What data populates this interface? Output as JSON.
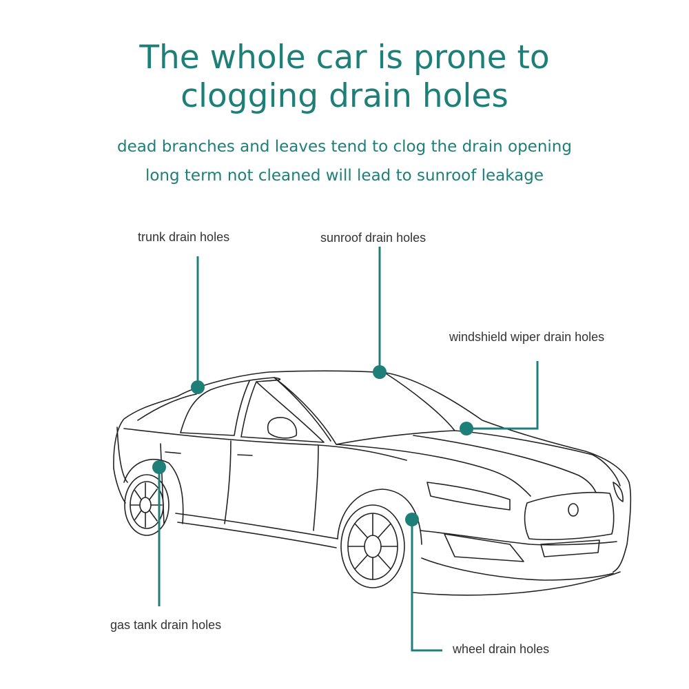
{
  "header": {
    "title_line1": "The whole car is prone to",
    "title_line2": "clogging drain holes",
    "subtitle_line1": "dead branches and leaves tend to clog the drain opening",
    "subtitle_line2": "long term not cleaned will lead to sunroof leakage"
  },
  "labels": {
    "trunk": "trunk drain holes",
    "sunroof": "sunroof drain holes",
    "windshield": "windshield wiper drain holes",
    "gas_tank": "gas tank drain holes",
    "wheel": "wheel drain holes"
  },
  "colors": {
    "accent": "#1e7f78",
    "line_art": "#222222",
    "label_text": "#333333"
  }
}
